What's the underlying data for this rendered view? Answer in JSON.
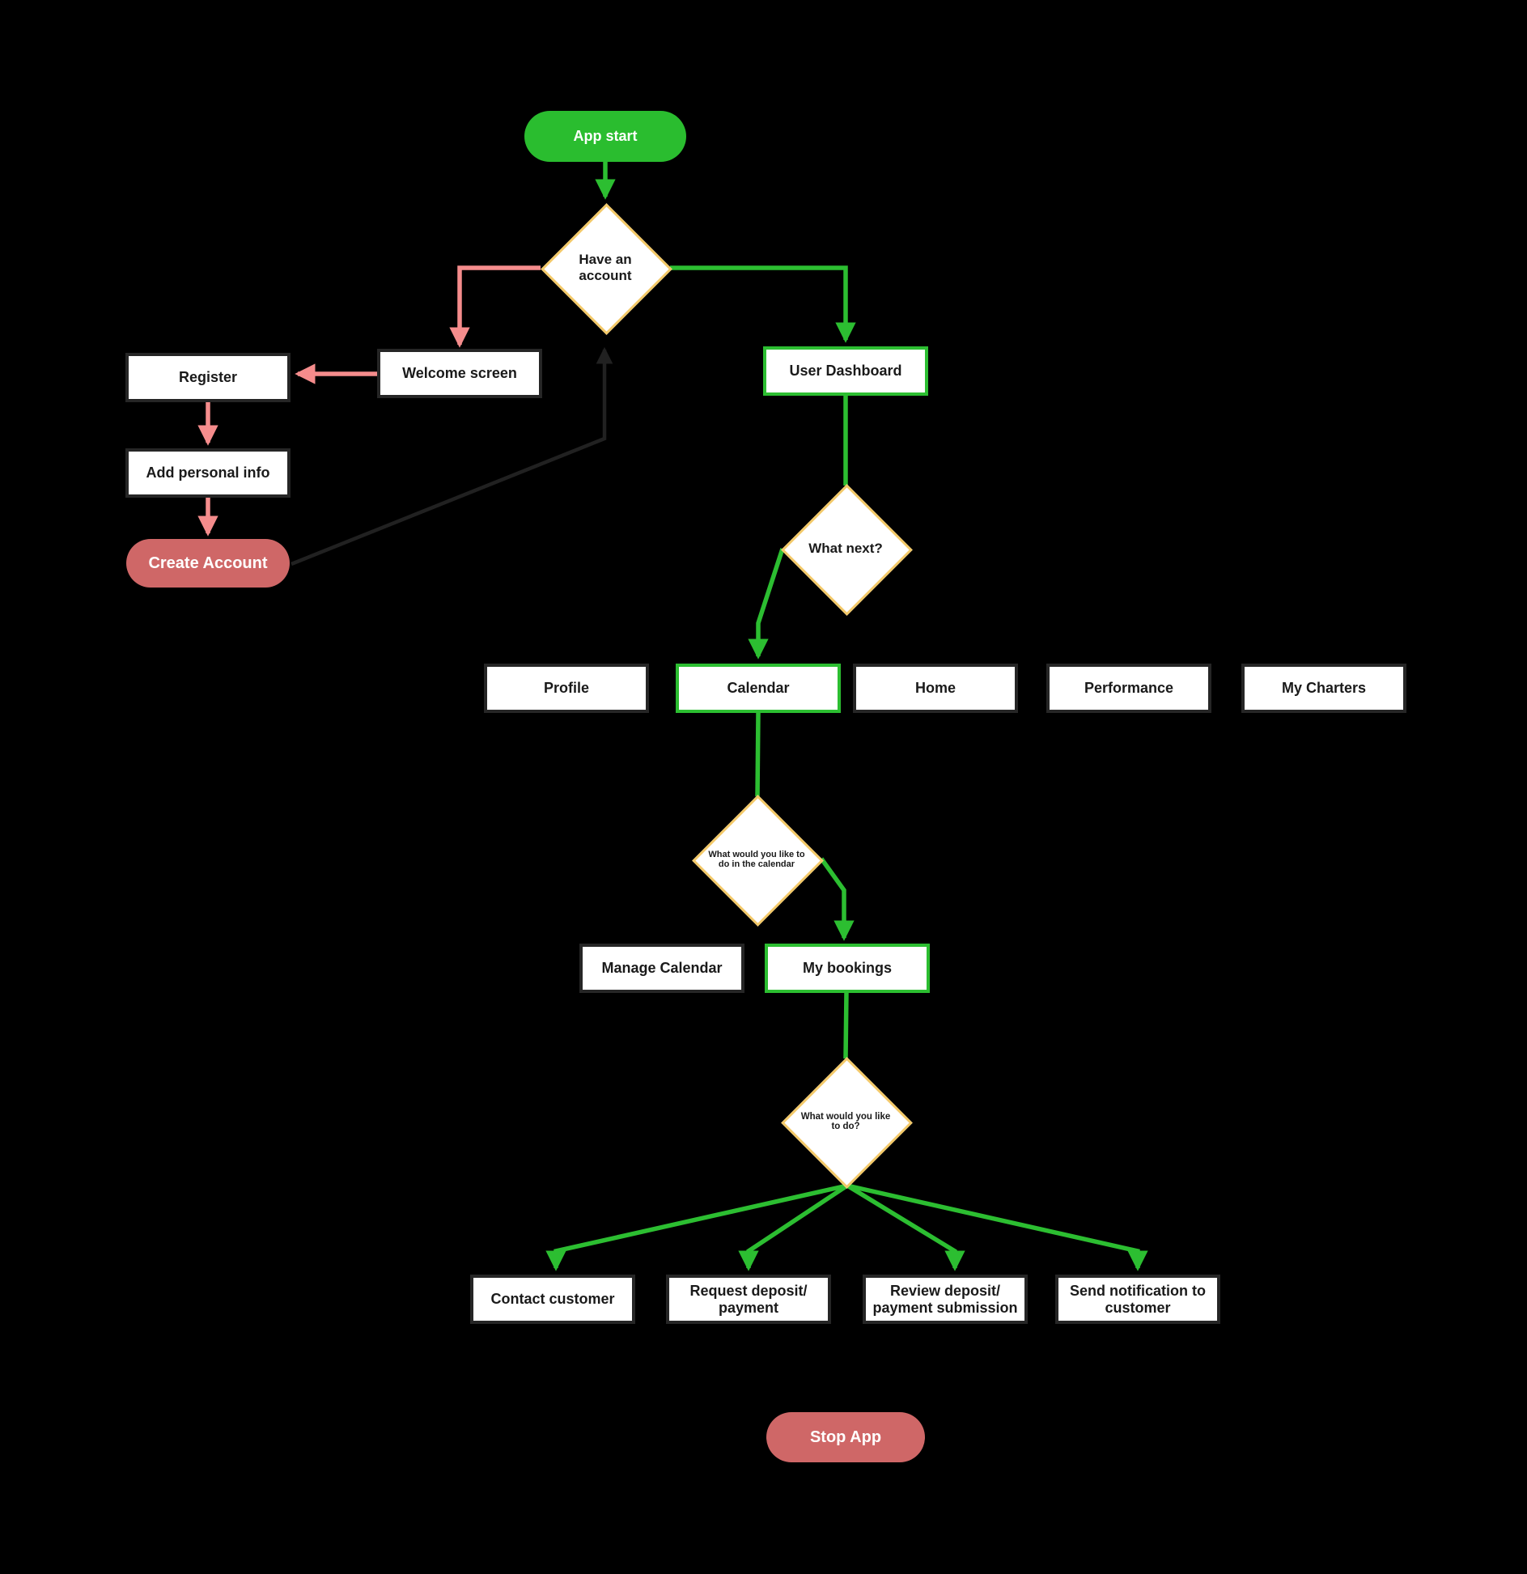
{
  "diagram_type": "flowchart",
  "palette": {
    "background": "#000000",
    "green": "#2ABD2F",
    "green_border": "#2CBE31",
    "pink_arrow": "#F58C8C",
    "salmon_fill": "#CF6767",
    "gold_diamond_border": "#F3C969",
    "box_fill": "#FFFFFF",
    "box_border": "#262626",
    "dark_arrow": "#212121",
    "text_dark": "#1A1A1A",
    "text_light": "#FFFFFF"
  },
  "nodes": {
    "app_start": {
      "label": "App start",
      "type": "start_pill"
    },
    "have_account": {
      "label": "Have an account",
      "type": "decision"
    },
    "welcome_screen": {
      "label": "Welcome screen",
      "type": "process"
    },
    "register": {
      "label": "Register",
      "type": "process"
    },
    "add_personal_info": {
      "label": "Add personal info",
      "type": "process"
    },
    "create_account": {
      "label": "Create Account",
      "type": "action_pill"
    },
    "user_dashboard": {
      "label": "User Dashboard",
      "type": "process_highlighted"
    },
    "what_next": {
      "label": "What next?",
      "type": "decision"
    },
    "profile": {
      "label": "Profile",
      "type": "process"
    },
    "calendar": {
      "label": "Calendar",
      "type": "process_highlighted"
    },
    "home": {
      "label": "Home",
      "type": "process"
    },
    "performance": {
      "label": "Performance",
      "type": "process"
    },
    "my_charters": {
      "label": "My Charters",
      "type": "process"
    },
    "calendar_decision": {
      "label": "What would you like to do in the calendar",
      "type": "decision"
    },
    "manage_calendar": {
      "label": "Manage Calendar",
      "type": "process"
    },
    "my_bookings": {
      "label": "My bookings",
      "type": "process_highlighted"
    },
    "bookings_decision": {
      "label": "What would you like to do?",
      "type": "decision"
    },
    "contact_customer": {
      "label": "Contact customer",
      "type": "process"
    },
    "request_deposit": {
      "label": "Request deposit/ payment",
      "type": "process"
    },
    "review_deposit": {
      "label": "Review deposit/ payment submission",
      "type": "process"
    },
    "send_notification": {
      "label": "Send notification to customer",
      "type": "process"
    },
    "stop_app": {
      "label": "Stop App",
      "type": "stop_pill"
    }
  },
  "edges": [
    {
      "from": "app_start",
      "to": "have_account",
      "color": "green"
    },
    {
      "from": "have_account",
      "to": "user_dashboard",
      "color": "green"
    },
    {
      "from": "have_account",
      "to": "welcome_screen",
      "color": "pink"
    },
    {
      "from": "welcome_screen",
      "to": "register",
      "color": "pink"
    },
    {
      "from": "register",
      "to": "add_personal_info",
      "color": "pink"
    },
    {
      "from": "add_personal_info",
      "to": "create_account",
      "color": "pink"
    },
    {
      "from": "create_account",
      "to": "have_account",
      "color": "dark"
    },
    {
      "from": "user_dashboard",
      "to": "what_next",
      "color": "green"
    },
    {
      "from": "what_next",
      "to": "calendar",
      "color": "green"
    },
    {
      "from": "calendar",
      "to": "calendar_decision",
      "color": "green"
    },
    {
      "from": "calendar_decision",
      "to": "my_bookings",
      "color": "green"
    },
    {
      "from": "my_bookings",
      "to": "bookings_decision",
      "color": "green"
    },
    {
      "from": "bookings_decision",
      "to": "contact_customer",
      "color": "green"
    },
    {
      "from": "bookings_decision",
      "to": "request_deposit",
      "color": "green"
    },
    {
      "from": "bookings_decision",
      "to": "review_deposit",
      "color": "green"
    },
    {
      "from": "bookings_decision",
      "to": "send_notification",
      "color": "green"
    }
  ]
}
